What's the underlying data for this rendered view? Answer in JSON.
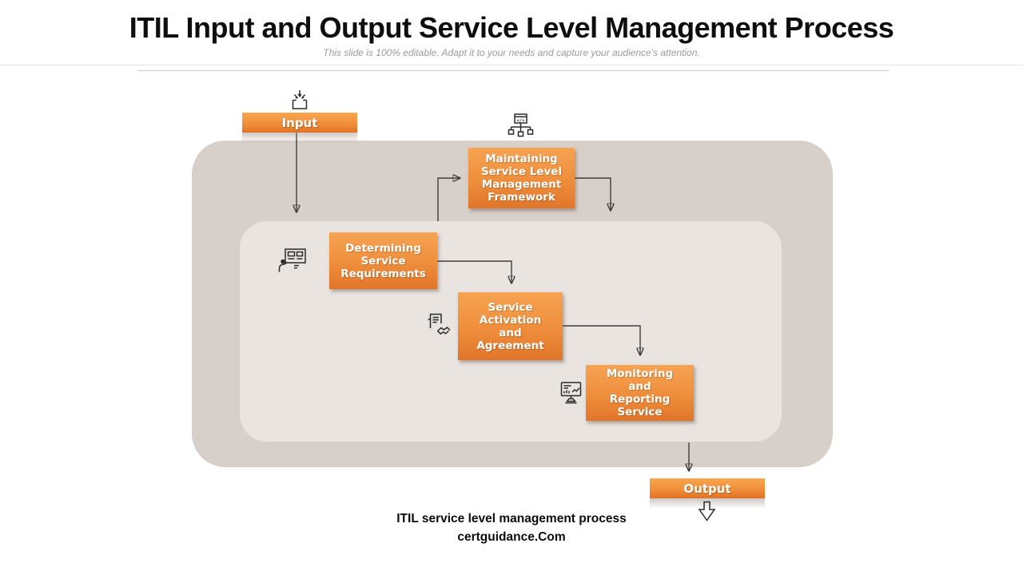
{
  "header": {
    "title": "ITIL Input and Output Service Level Management Process",
    "subtitle": "This slide is 100% editable. Adapt it to your needs and capture your audience's attention."
  },
  "diagram": {
    "input": {
      "label": "Input",
      "icon": "inbox-tray-icon"
    },
    "output": {
      "label": "Output",
      "icon": "download-arrow-icon"
    },
    "nodes": {
      "maintaining": {
        "lines": [
          "Maintaining",
          "Service Level",
          "Management",
          "Framework"
        ],
        "icon": "code-window-sitemap-icon"
      },
      "determining": {
        "lines": [
          "Determining",
          "Service",
          "Requirements"
        ],
        "icon": "presenter-board-icon"
      },
      "activation": {
        "lines": [
          "Service",
          "Activation",
          "and",
          "Agreement"
        ],
        "icon": "contract-handshake-icon"
      },
      "monitoring": {
        "lines": [
          "Monitoring",
          "and",
          "Reporting",
          "Service"
        ],
        "icon": "monitor-stats-icon"
      }
    }
  },
  "footer": {
    "line1": "ITIL service level management process",
    "line2": "certguidance.Com"
  },
  "colors": {
    "accent_orange_top": "#f6a352",
    "accent_orange_bottom": "#e0752a",
    "outer_container": "#d7cfca",
    "inner_container": "#e9e4e0",
    "connector": "#3d3d3d"
  }
}
